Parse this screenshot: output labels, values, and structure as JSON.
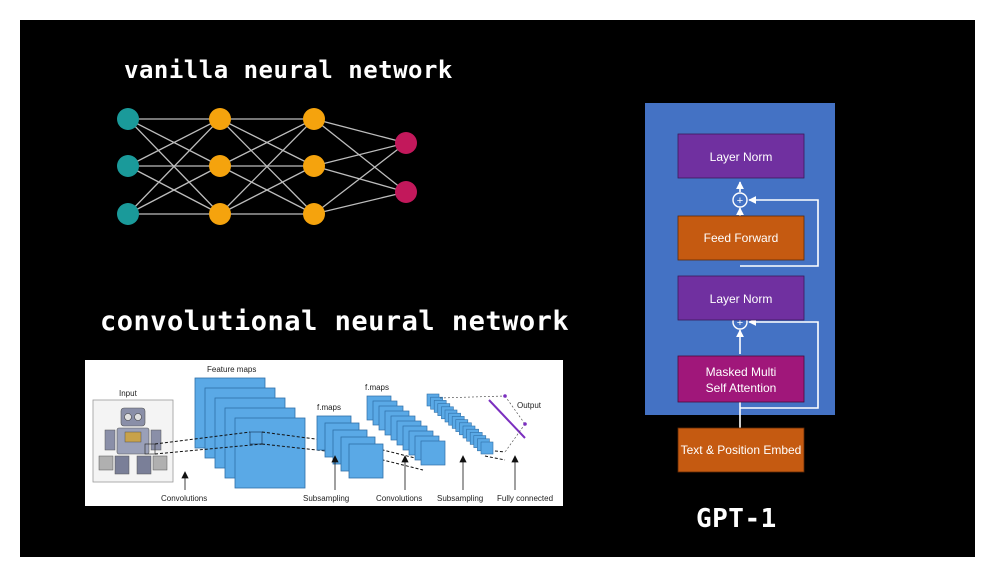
{
  "titles": {
    "vanilla": "vanilla neural network",
    "cnn": "convolutional neural network",
    "gpt": "GPT-1"
  },
  "colors": {
    "background": "#000000",
    "input_node": "#1a9a9a",
    "hidden_node": "#f5a30d",
    "output_node": "#c2185b",
    "gpt_panel": "#4472c4",
    "layer_norm": "#7030a0",
    "feed_forward": "#c55a11",
    "attention": "#a0177a",
    "embed": "#c55a11"
  },
  "cnn": {
    "labels": {
      "input": "Input",
      "feature_maps": "Feature maps",
      "f_maps_1": "f.maps",
      "f_maps_2": "f.maps",
      "output": "Output",
      "convolutions_1": "Convolutions",
      "subsampling_1": "Subsampling",
      "convolutions_2": "Convolutions",
      "subsampling_2": "Subsampling",
      "fully_connected": "Fully connected"
    }
  },
  "gpt": {
    "blocks": {
      "layer_norm_top": "Layer Norm",
      "feed_forward": "Feed Forward",
      "layer_norm_bottom": "Layer Norm",
      "attention_line1": "Masked Multi",
      "attention_line2": "Self Attention",
      "embed": "Text & Position Embed"
    },
    "add_symbol": "+"
  }
}
